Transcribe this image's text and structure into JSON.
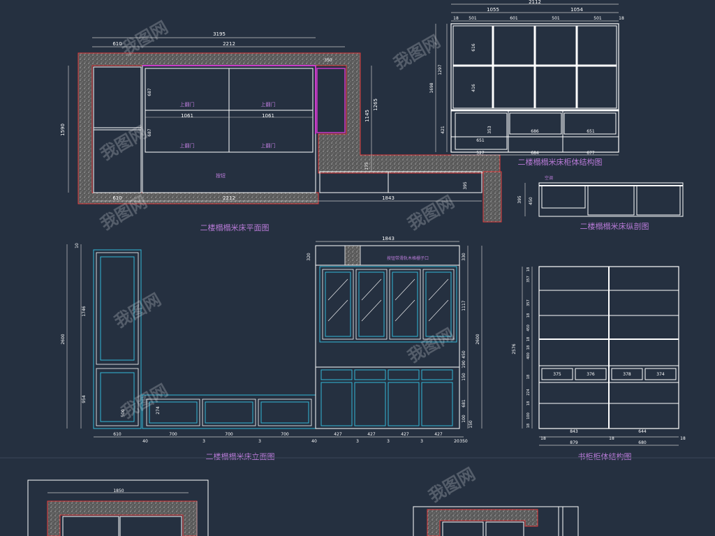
{
  "colors": {
    "background": "#253040",
    "line": "#ffffff",
    "dim": "#c8c8c8",
    "title": "#b97bd8",
    "cyan": "#33b8d8",
    "wall": "#6e6e6e",
    "wall_edge": "#e23a3a",
    "magenta": "#c83bc8"
  },
  "plan": {
    "title": "二楼榻榻米床平面图",
    "dims_top": [
      "3195",
      "610",
      "2212",
      "350"
    ],
    "dims_left": [
      "1590"
    ],
    "dims_right": [
      "1145",
      "1265"
    ],
    "dims_bottom": [
      "610",
      "2212",
      "1843"
    ],
    "inner_dims": [
      "687",
      "687"
    ],
    "widths": [
      "1061",
      "1061"
    ],
    "labels": [
      "上翻门",
      "上翻门",
      "上翻门",
      "上翻门",
      "按钮"
    ],
    "small_dims": [
      "175",
      "395"
    ]
  },
  "structure": {
    "title": "二楼榻榻米床柜体结构图",
    "dim_total": "2112",
    "dims_top": [
      "1055",
      "1054"
    ],
    "dims_cells": [
      "18",
      "501",
      "601",
      "501",
      "501",
      "18"
    ],
    "dims_left": [
      "1297",
      "1698",
      "616",
      "416",
      "421"
    ],
    "dims_bottom": [
      "527",
      "684",
      "677"
    ],
    "inner": [
      "651",
      "353",
      "686",
      "651"
    ]
  },
  "section": {
    "title": "二楼榻榻米床纵剖图",
    "label": "空调",
    "dims": [
      "395",
      "450"
    ]
  },
  "elevation": {
    "title": "二楼榻榻米床立面图",
    "top_dim": "1843",
    "annotation": "按钮带滑轨木格栅子口",
    "dims_left": [
      "10",
      "1746",
      "2600",
      "954",
      "500"
    ],
    "dims_right": [
      "330",
      "1117",
      "2600",
      "450",
      "190",
      "150",
      "681",
      "100",
      "150"
    ],
    "dims_bottom": [
      "610",
      "40",
      "700",
      "3",
      "700",
      "3",
      "700",
      "40",
      "427",
      "3",
      "427",
      "3",
      "427",
      "3",
      "427",
      "20",
      "350"
    ],
    "inner": [
      "320",
      "274"
    ]
  },
  "bookcase": {
    "title": "书柜柜体结构图",
    "dims_left": [
      "18",
      "357",
      "357",
      "18",
      "450",
      "18",
      "18",
      "400",
      "18",
      "224",
      "18",
      "100",
      "18",
      "2576"
    ],
    "dims_inner": [
      "375",
      "376",
      "378",
      "374"
    ],
    "dims_bottom": [
      "18",
      "843",
      "18",
      "644",
      "18",
      "879",
      "680"
    ]
  },
  "watermarks": [
    "我图网",
    "我图网",
    "我图网",
    "我图网",
    "我图网",
    "我图网",
    "我图网",
    "我图网",
    "我图网"
  ],
  "bottom": {
    "dim": "1850"
  }
}
